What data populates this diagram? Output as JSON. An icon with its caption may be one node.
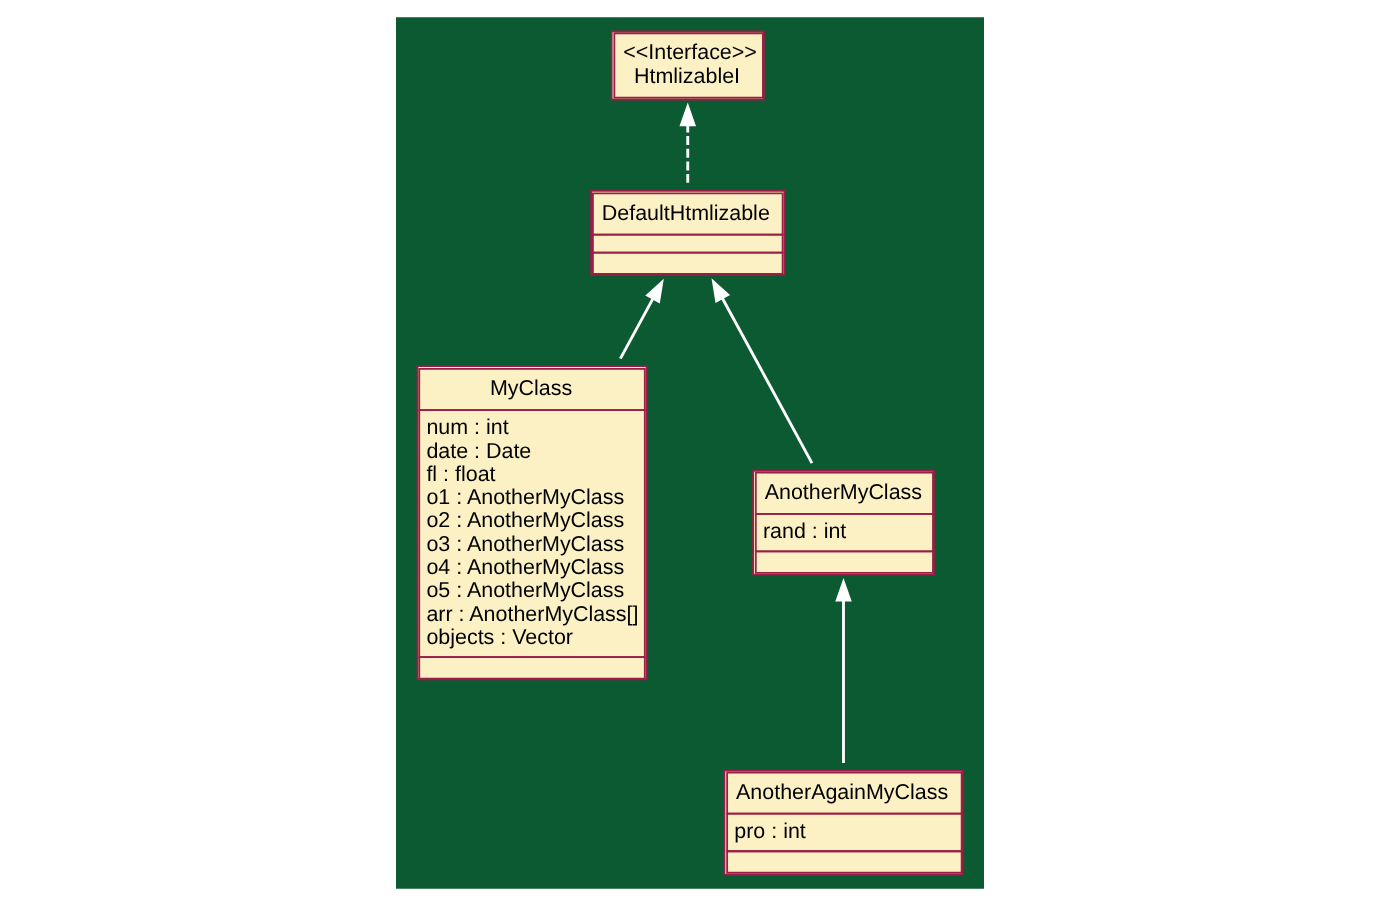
{
  "diagram": {
    "nodes": [
      {
        "text": [
          "<<Interface>>",
          "HtmlizableI"
        ]
      },
      {
        "text": [
          "MyClass",
          "num : int",
          "date : Date",
          "fl : float",
          "o1 : AnotherMyClass",
          "o2 : AnotherMyClass",
          "o3 : AnotherMyClass",
          "o4 : AnotherMyClass",
          "o5 : AnotherMyClass",
          "arr : AnotherMyClass[]",
          "objects : Vector"
        ]
      },
      {
        "text": [
          "DefaultHtmlizable"
        ]
      },
      {
        "text": [
          "AnotherMyClass",
          "rand : int"
        ]
      },
      {
        "text": [
          "AnotherAgainMyClass",
          "pro : int"
        ]
      }
    ],
    "edges": [
      {
        "from": 2,
        "to": 0,
        "arrow": "to",
        "style": "dashed"
      },
      {
        "from": 1,
        "to": 2,
        "arrow": "to"
      },
      {
        "from": 3,
        "to": 2,
        "arrow": "to"
      },
      {
        "from": 4,
        "to": 3,
        "arrow": "to"
      }
    ]
  }
}
